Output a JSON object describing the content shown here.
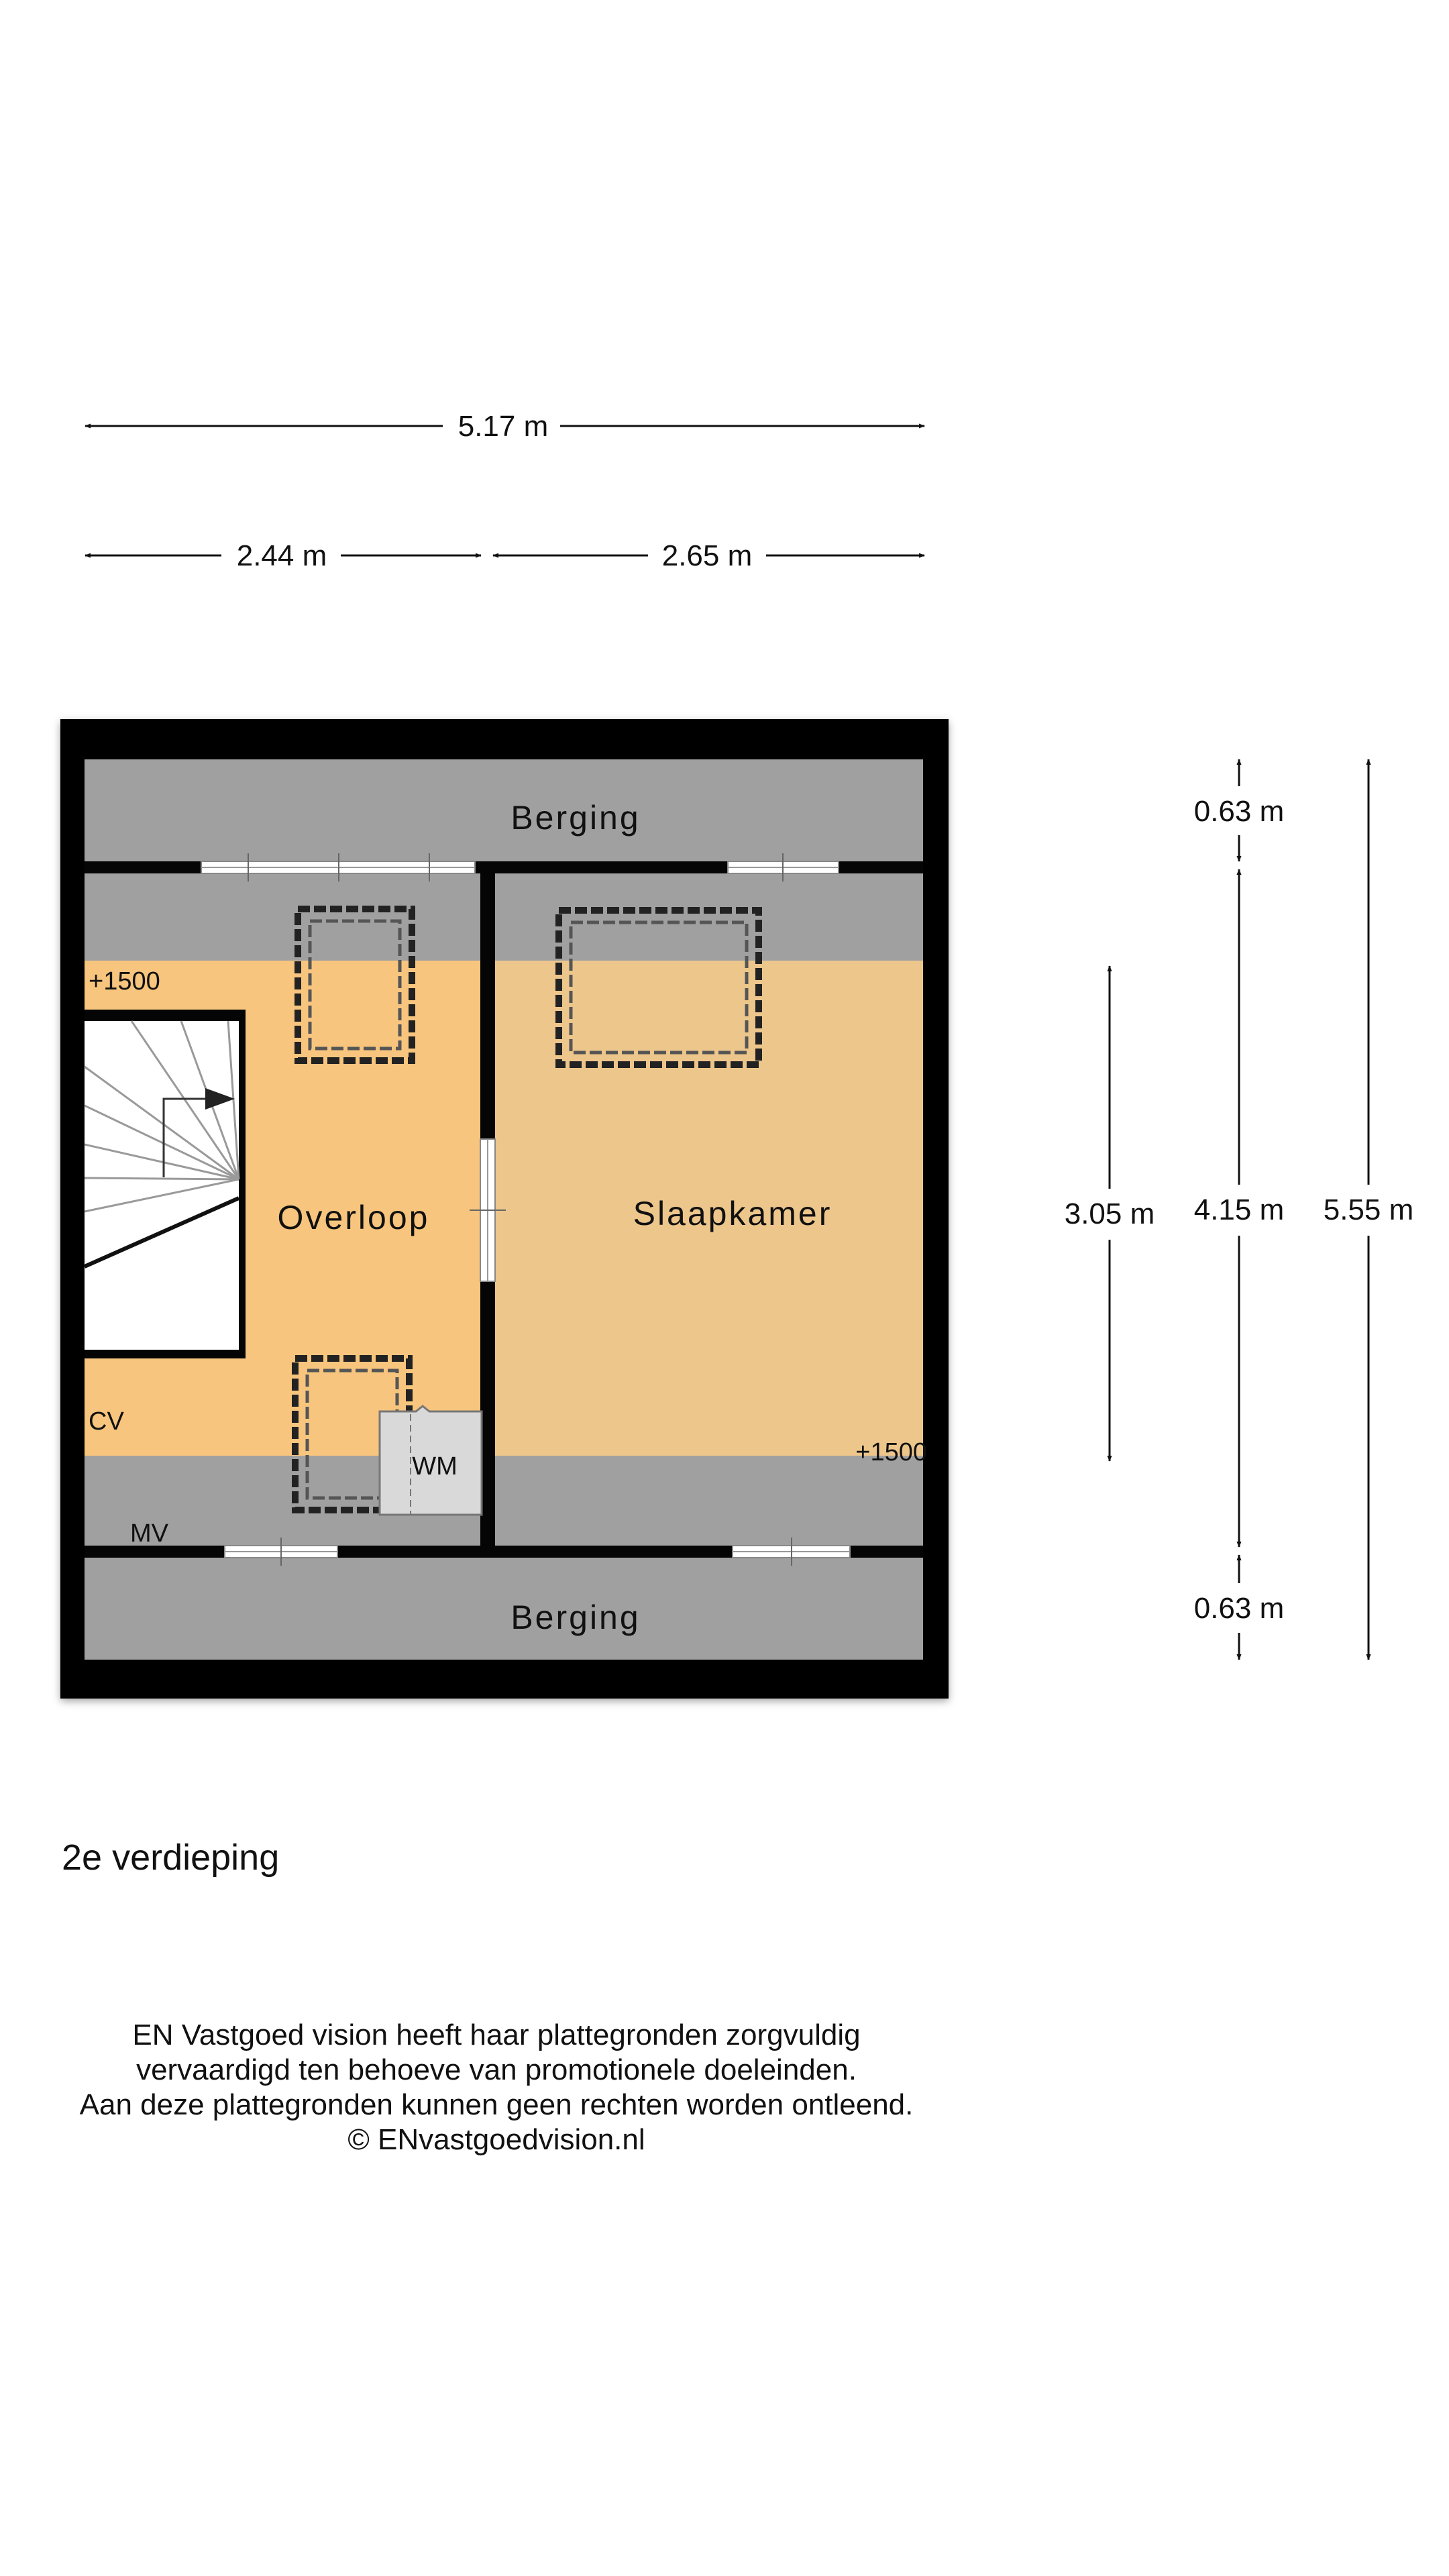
{
  "floor_title": "2e verdieping",
  "dimensions": {
    "total_width": "5.17 m",
    "left_width": "2.44 m",
    "right_width": "2.65 m",
    "top_strip": "0.63 m",
    "mid_height": "4.15 m",
    "bottom_strip": "0.63 m",
    "total_height": "5.55 m",
    "sloped_height": "3.05 m"
  },
  "rooms": {
    "storage_top": "Berging",
    "storage_bottom": "Berging",
    "landing": "Overloop",
    "bedroom": "Slaapkamer"
  },
  "annotations": {
    "height_left": "+1500",
    "height_right": "+1500",
    "boiler": "CV",
    "ventilation": "MV",
    "washer": "WM"
  },
  "disclaimer": [
    "EN Vastgoed vision heeft haar plattegronden zorgvuldig",
    "vervaardigd ten behoeve van promotionele doeleinden.",
    "Aan deze plattegronden kunnen geen rechten worden ontleend.",
    "© ENvastgoedvision.nl"
  ],
  "colors": {
    "wall": "#050505",
    "storage": "#a0a0a0",
    "landing": "#f7c57d",
    "bedroom": "#edc68c",
    "stairs": "#ffffff",
    "washer": "#d9d9d9"
  }
}
